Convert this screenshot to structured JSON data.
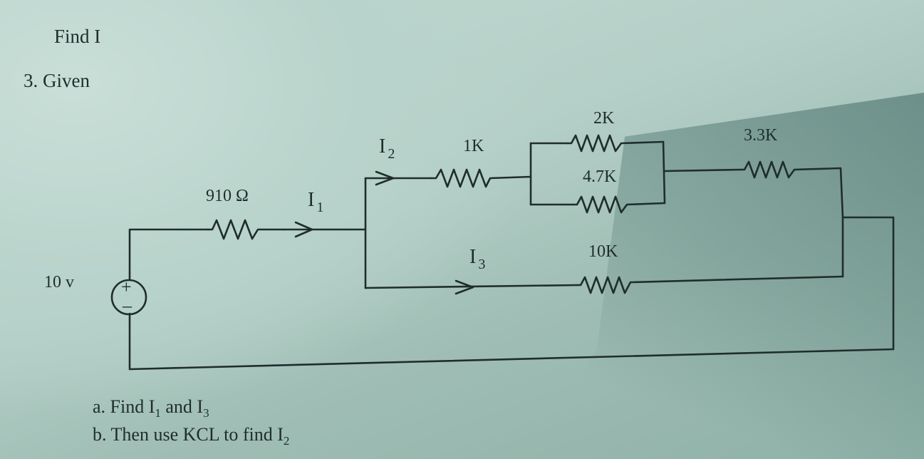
{
  "header": {
    "find_line": "Find I",
    "given_line": "3. Given"
  },
  "labels": {
    "source_voltage": "10 v",
    "source_plus": "+",
    "source_minus": "–",
    "r_910": "910 Ω",
    "r_1k": "1K",
    "r_2k": "2K",
    "r_4_7k": "4.7K",
    "r_3_3k": "3.3K",
    "r_10k": "10K"
  },
  "currents": {
    "i1": {
      "letter": "I",
      "sub": "1"
    },
    "i2": {
      "letter": "I",
      "sub": "2"
    },
    "i3": {
      "letter": "I",
      "sub": "3"
    }
  },
  "questions": {
    "a": {
      "prefix": "a.  Find  I",
      "s1": "1",
      "mid": "  and  I",
      "s2": "3"
    },
    "b": {
      "prefix": "b.  Then use  KCL  to find  I",
      "s1": "2"
    }
  },
  "colors": {
    "ink": "#1f2d2c",
    "paper": "#b8d3cb"
  }
}
